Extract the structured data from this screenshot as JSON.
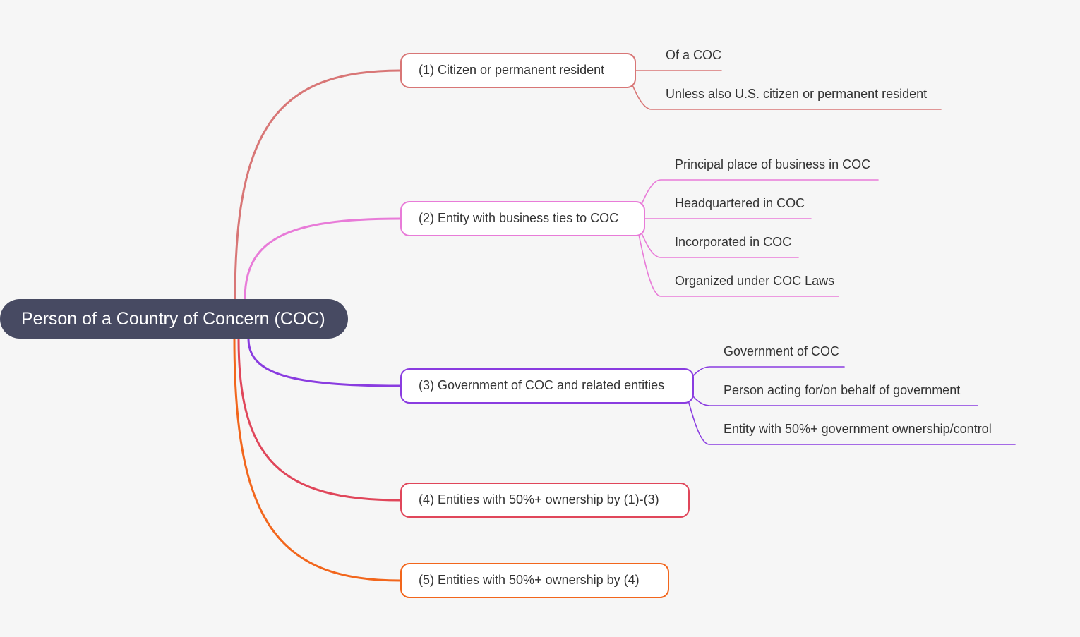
{
  "root": {
    "label": "Person of a Country of Concern (COC)"
  },
  "branches": [
    {
      "label": "(1) Citizen or permanent resident",
      "color": "#d87676",
      "children": [
        "Of a COC",
        "Unless also U.S. citizen or permanent resident"
      ]
    },
    {
      "label": "(2) Entity with business ties to COC",
      "color": "#e87bd8",
      "children": [
        "Principal place of business in COC",
        "Headquartered in COC",
        "Incorporated in COC",
        "Organized under COC Laws"
      ]
    },
    {
      "label": "(3) Government of COC and related entities",
      "color": "#8a3ce0",
      "children": [
        "Government of COC",
        "Person acting for/on behalf of government",
        "Entity with 50%+ government ownership/control"
      ]
    },
    {
      "label": "(4) Entities with 50%+ ownership by (1)-(3)",
      "color": "#e0465a",
      "children": []
    },
    {
      "label": "(5) Entities with 50%+ ownership by (4)",
      "color": "#f2661c",
      "children": []
    }
  ]
}
